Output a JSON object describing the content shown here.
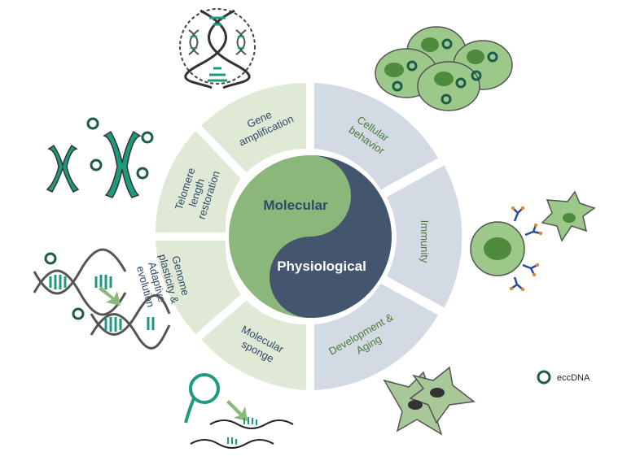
{
  "hub": {
    "top_label": "Molecular",
    "bottom_label": "Physiological"
  },
  "molecular_segments": [
    {
      "id": "gene-amplification",
      "lines": [
        "Gene",
        "amplification"
      ]
    },
    {
      "id": "telomere",
      "lines": [
        "Telomere",
        "length",
        "restoration"
      ]
    },
    {
      "id": "genome-plasticity",
      "lines": [
        "Genome",
        "plasticity &",
        "Adaptive",
        "evolution"
      ]
    },
    {
      "id": "molecular-sponge",
      "lines": [
        "Molecular",
        "sponge"
      ]
    }
  ],
  "physiological_segments": [
    {
      "id": "cellular-behavior",
      "lines": [
        "Cellular",
        "behavior"
      ]
    },
    {
      "id": "immunity",
      "lines": [
        "Immunity"
      ]
    },
    {
      "id": "development-aging",
      "lines": [
        "Development &",
        "Aging"
      ]
    }
  ],
  "legend": {
    "label": "eccDNA",
    "icon": "eccdna-ring-icon"
  },
  "colors": {
    "molecular_segment": "#dfe9d6",
    "physiological_segment": "#d4dae4",
    "molecular_text": "#2f4a66",
    "physiological_text": "#4a7a3a",
    "yin_green": "#8bb87a",
    "yang_navy": "#44566f",
    "eccdna_ring": "#1e9b7c",
    "cell_fill": "#9cc88a"
  }
}
